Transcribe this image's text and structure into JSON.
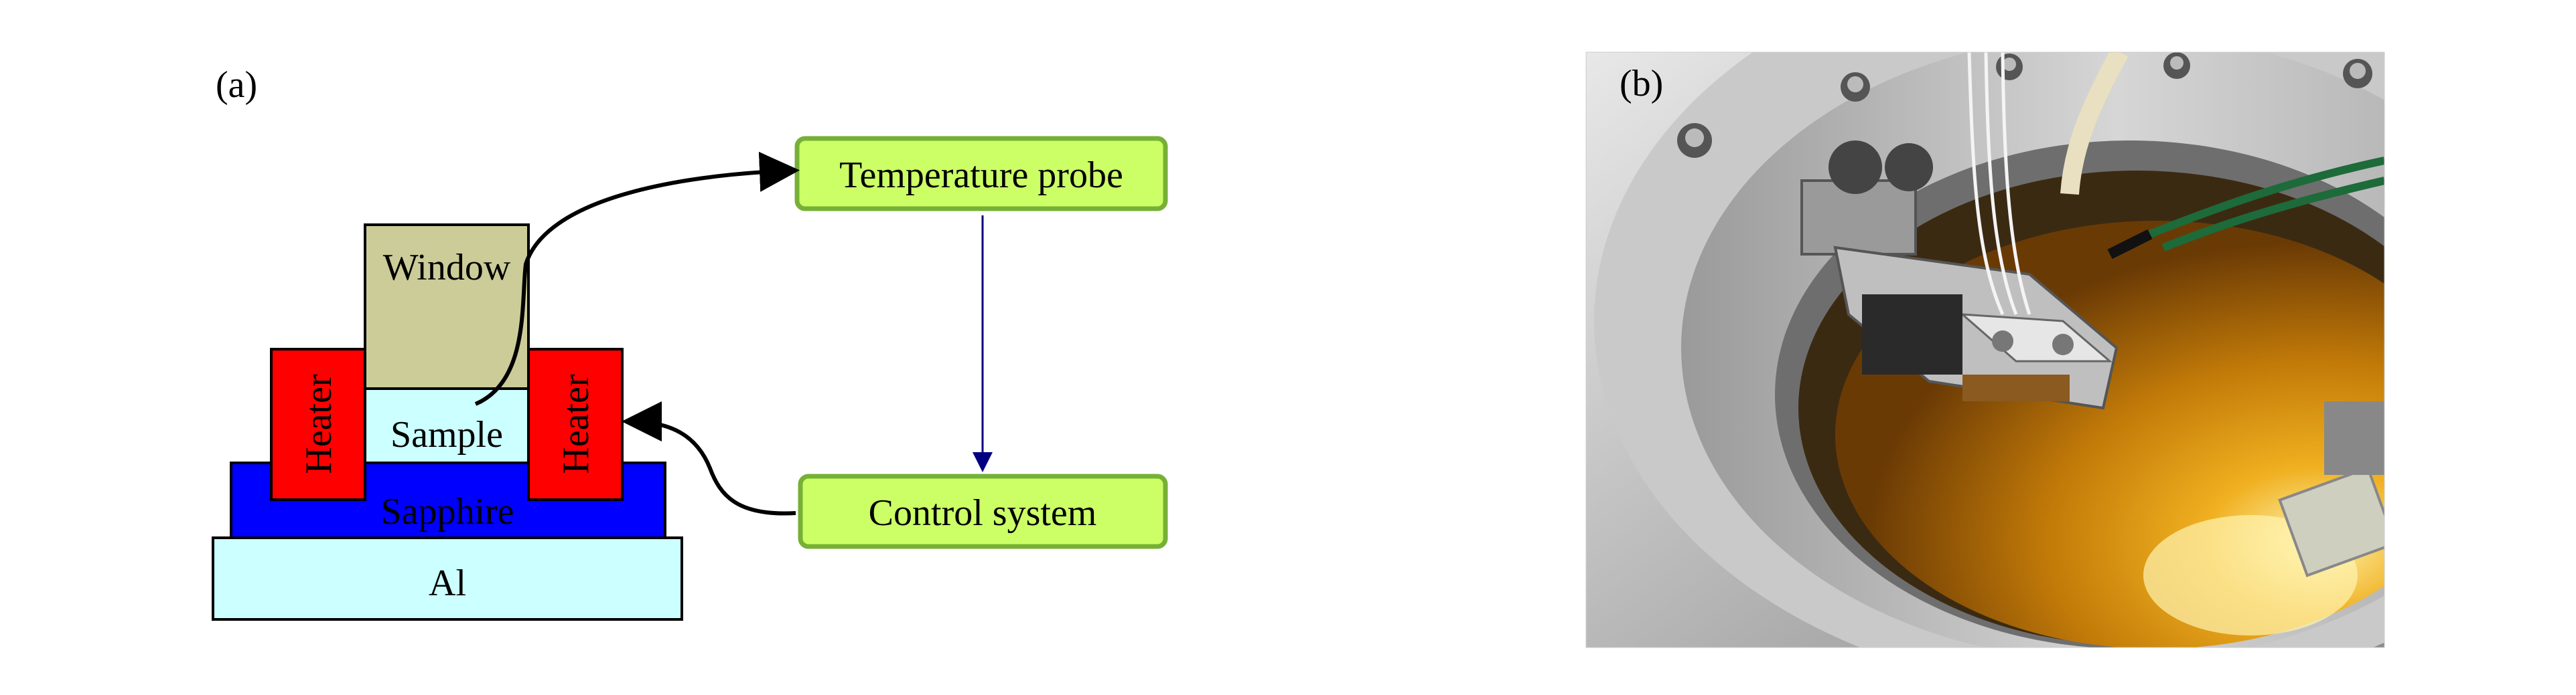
{
  "panel_a": {
    "label": "(a)",
    "blocks": {
      "al": "Al",
      "sapphire": "Sapphire",
      "heater_left": "Heater",
      "heater_right": "Heater",
      "sample": "Sample",
      "window": "Window"
    },
    "boxes": {
      "temperature_probe": "Temperature probe",
      "control_system": "Control system"
    },
    "colors": {
      "al": "#ccffff",
      "sapphire": "#0000ff",
      "heater": "#ff0000",
      "sample": "#ccffff",
      "window": "#cccc99",
      "box_fill": "#ccff66",
      "box_border": "#77b036",
      "arrow_blue": "#000080"
    }
  },
  "panel_b": {
    "label": "(b)",
    "image": "photograph of experimental apparatus: heated sample holder with wires immersed in orange liquid inside a metal chamber"
  }
}
